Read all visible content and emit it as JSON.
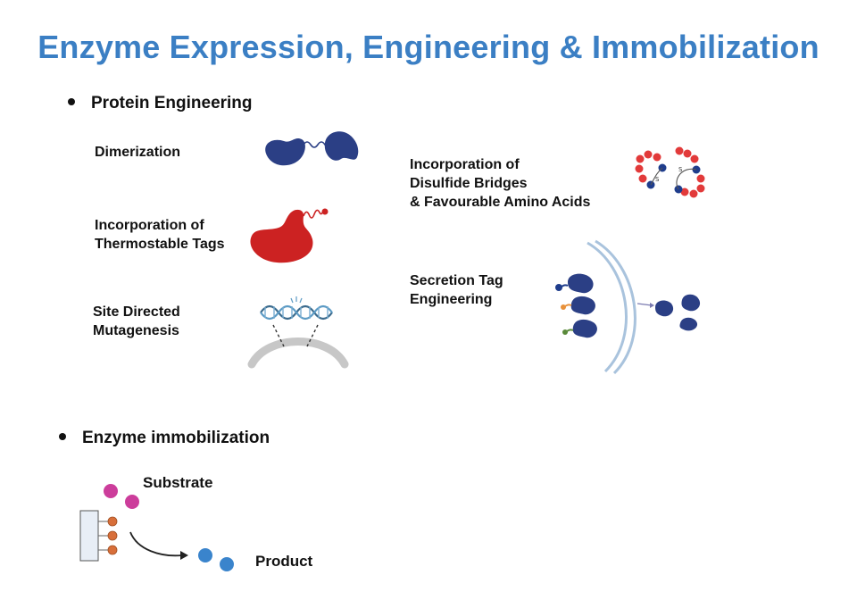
{
  "title": "Enzyme Expression, Engineering & Immobilization",
  "sections": {
    "protein_engineering": {
      "heading": "Protein Engineering",
      "items": {
        "dimerization": [
          "Dimerization"
        ],
        "thermostable_tags": [
          "Incorporation of",
          "Thermostable Tags"
        ],
        "site_directed": [
          "Site Directed",
          "Mutagenesis"
        ],
        "disulfide": [
          "Incorporation of",
          "Disulfide Bridges",
          "& Favourable Amino Acids"
        ],
        "secretion": [
          "Secretion Tag",
          "Engineering"
        ]
      },
      "disulfide_bond_marks": [
        "S",
        "S"
      ]
    },
    "immobilization": {
      "heading": "Enzyme immobilization",
      "substrate_label": "Substrate",
      "product_label": "Product"
    }
  },
  "colors": {
    "title": "#3b7fc4",
    "enzyme_navy": "#2b3f85",
    "thermo_red": "#cc2222",
    "amino_red": "#e23a3a",
    "amino_blue": "#1f3d8c",
    "membrane": "#a9c3dd",
    "substrate": "#cc3d9b",
    "product": "#3a84cc",
    "linker": "#d86f3a"
  }
}
